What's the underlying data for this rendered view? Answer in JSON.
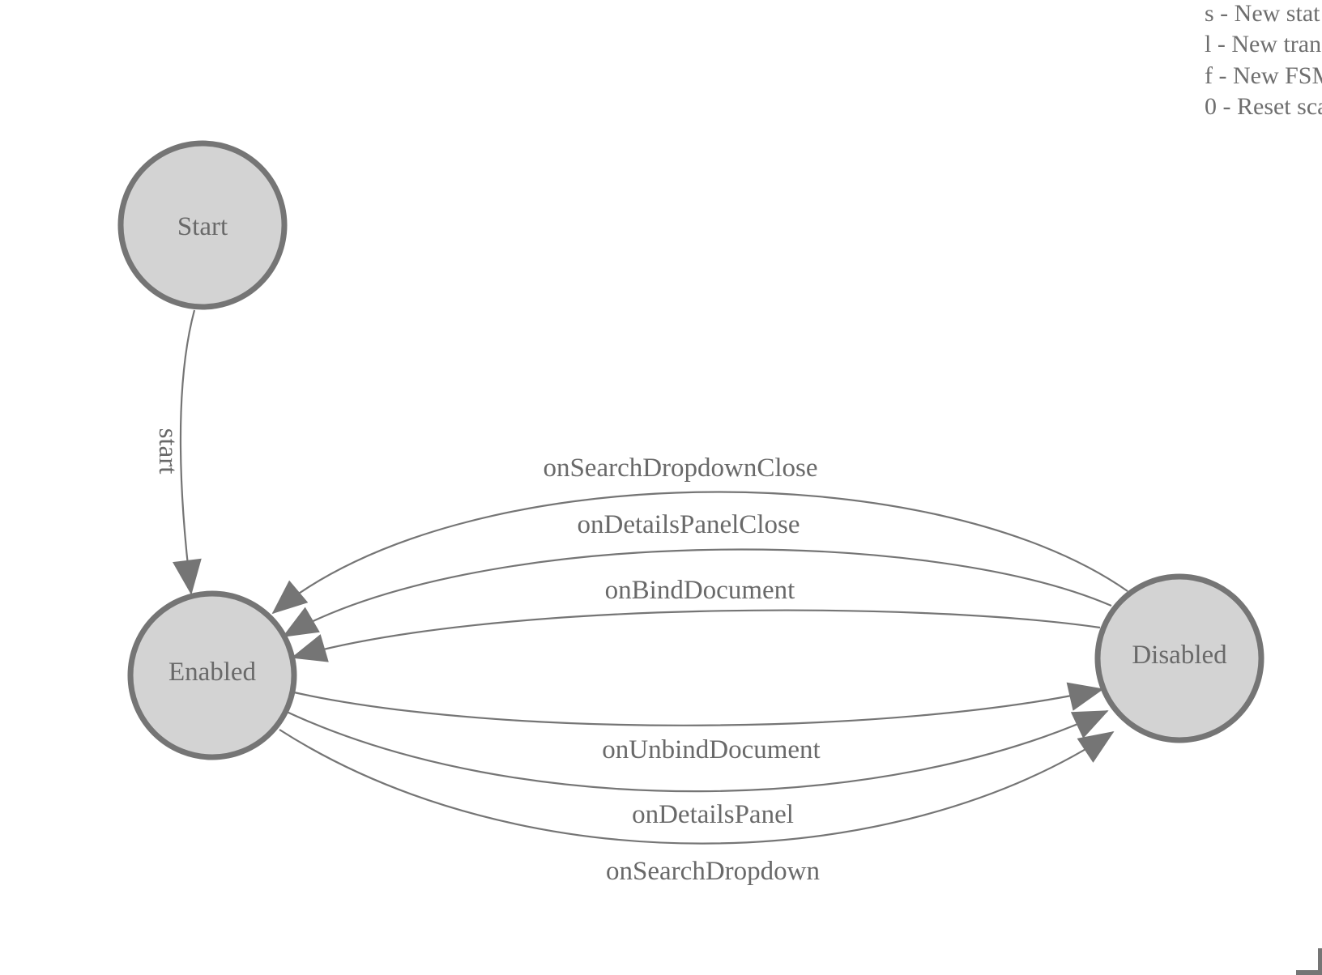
{
  "diagram": {
    "type": "state-machine",
    "states": [
      {
        "label": "Start"
      },
      {
        "label": "Enabled"
      },
      {
        "label": "Disabled"
      }
    ],
    "transitions": [
      {
        "label": "start",
        "from": "Start",
        "to": "Enabled"
      },
      {
        "label": "onSearchDropdownClose",
        "from": "Disabled",
        "to": "Enabled"
      },
      {
        "label": "onDetailsPanelClose",
        "from": "Disabled",
        "to": "Enabled"
      },
      {
        "label": "onBindDocument",
        "from": "Disabled",
        "to": "Enabled"
      },
      {
        "label": "onUnbindDocument",
        "from": "Enabled",
        "to": "Disabled"
      },
      {
        "label": "onDetailsPanel",
        "from": "Enabled",
        "to": "Disabled"
      },
      {
        "label": "onSearchDropdown",
        "from": "Enabled",
        "to": "Disabled"
      }
    ],
    "colors": {
      "state_fill": "#d3d3d3",
      "state_stroke": "#757575",
      "edge_stroke": "#757575",
      "label": "#696969"
    }
  },
  "legend": {
    "items": [
      "s - New stat",
      "l - New tran",
      "f - New FSM",
      "0 - Reset sca"
    ]
  }
}
